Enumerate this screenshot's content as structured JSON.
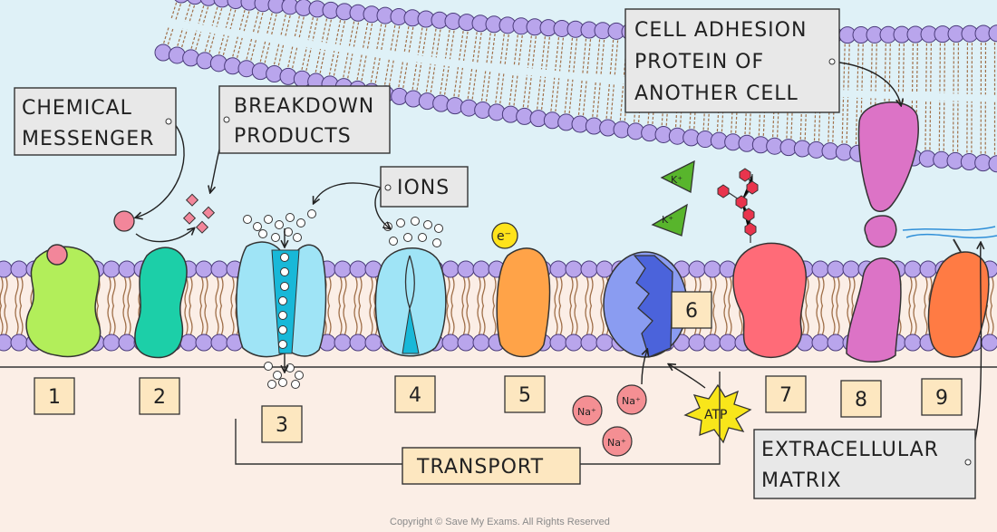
{
  "labels": {
    "chemical_messenger": [
      "CHEMICAL",
      "MESSENGER"
    ],
    "breakdown_products": [
      "BREAKDOWN",
      "PRODUCTS"
    ],
    "ions": "IONS",
    "cell_adhesion": [
      "CELL ADHESION",
      "PROTEIN OF",
      "ANOTHER CELL"
    ],
    "extracellular_matrix": [
      "EXTRACELLULAR",
      "MATRIX"
    ],
    "transport": "TRANSPORT"
  },
  "numbers": [
    "1",
    "2",
    "3",
    "4",
    "5",
    "6",
    "7",
    "8",
    "9"
  ],
  "symbols": {
    "electron": "e⁻",
    "potassium": "K⁺",
    "sodium": "Na⁺",
    "atp": "ATP"
  },
  "copyright": "Copyright © Save My Exams. All Rights Reserved",
  "colors": {
    "extracellular_fluid": "#dff1f7",
    "cytoplasm": "#fbeee6",
    "phospholipid_head": "#b9a5ec",
    "phospholipid_tail": "#a0704a",
    "receptor_1": "#b2ee5a",
    "protein_2": "#1ccfa8",
    "channel": "#9fe4f6",
    "protein_5": "#ffa348",
    "pump_6": "#8a9cf1",
    "protein_7": "#ff6b78",
    "adhesion_8": "#dc73c6",
    "protein_9": "#ff7b44",
    "label_box": "#e8e8e8",
    "number_box": "#fde7c0",
    "potassium_triangle": "#58b52c",
    "sodium_circle": "#f48f93",
    "atp_burst": "#f8e61a"
  }
}
